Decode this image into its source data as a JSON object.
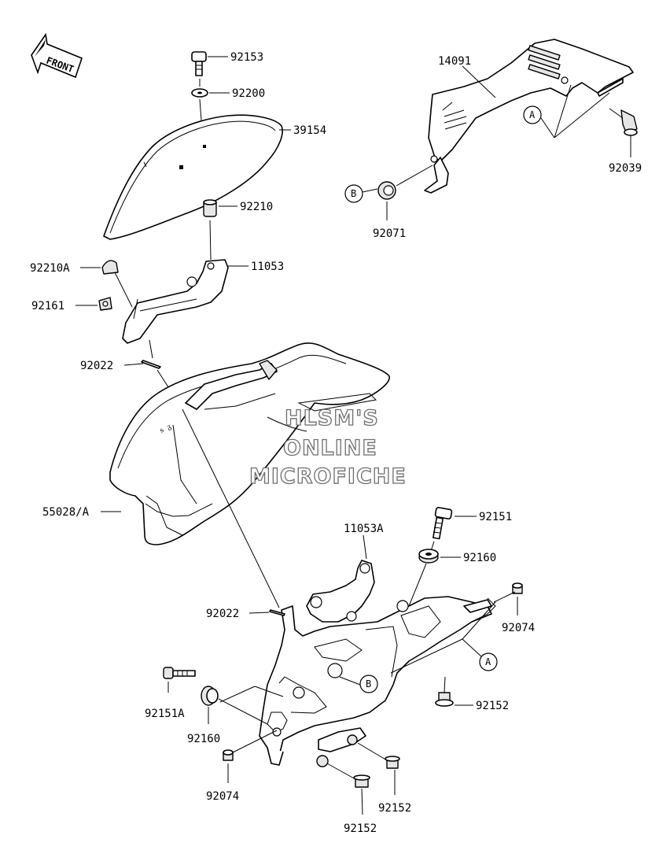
{
  "front_arrow": {
    "label": "FRONT"
  },
  "watermark": {
    "line1": "HLSM'S",
    "line2": "ONLINE",
    "line3": "MICROFICHE"
  },
  "callouts": {
    "92153": "92153",
    "92200": "92200",
    "39154": "39154",
    "92210": "92210",
    "11053": "11053",
    "92210A": "92210A",
    "92161": "92161",
    "92022_top": "92022",
    "14091": "14091",
    "92039": "92039",
    "92071": "92071",
    "55028A": "55028/A",
    "11053A": "11053A",
    "92151": "92151",
    "92160_right": "92160",
    "92022_bottom": "92022",
    "92074_right": "92074",
    "92152_right": "92152",
    "92151A": "92151A",
    "92160_left": "92160",
    "92074_left": "92074",
    "92152_bottom_right": "92152",
    "92152_bottom": "92152"
  },
  "ref_markers": {
    "a_top": "A",
    "b_top": "B",
    "b_bottom": "B",
    "a_bottom": "A"
  }
}
